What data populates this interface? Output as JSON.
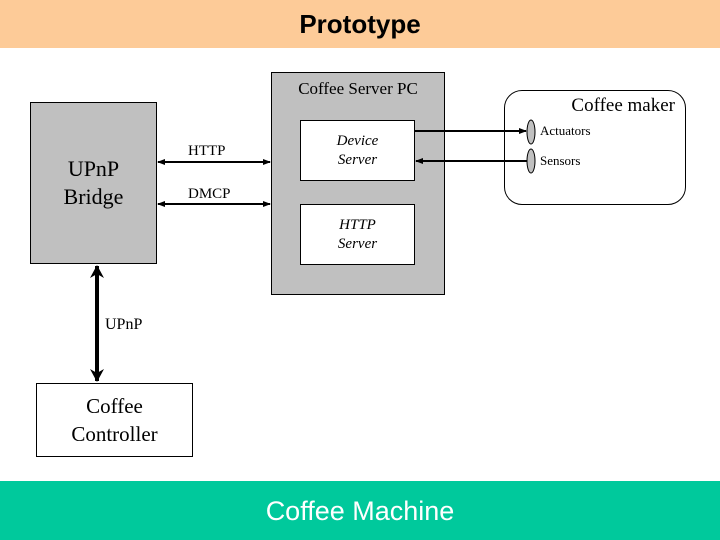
{
  "header": {
    "title": "Prototype"
  },
  "footer": {
    "title": "Coffee Machine"
  },
  "diagram": {
    "bridge": {
      "line1": "UPnP",
      "line2": "Bridge"
    },
    "server_pc": {
      "title": "Coffee Server PC",
      "device_server": {
        "line1": "Device",
        "line2": "Server"
      },
      "http_server": {
        "line1": "HTTP",
        "line2": "Server"
      }
    },
    "coffee_maker": {
      "title": "Coffee maker",
      "actuators": "Actuators",
      "sensors": "Sensors"
    },
    "controller": {
      "line1": "Coffee",
      "line2": "Controller"
    },
    "connections": {
      "http": "HTTP",
      "dmcp": "DMCP",
      "upnp": "UPnP"
    }
  },
  "colors": {
    "header_bg": "#fdcb98",
    "footer_bg": "#00c99c",
    "box_gray": "#c0c0c0"
  }
}
